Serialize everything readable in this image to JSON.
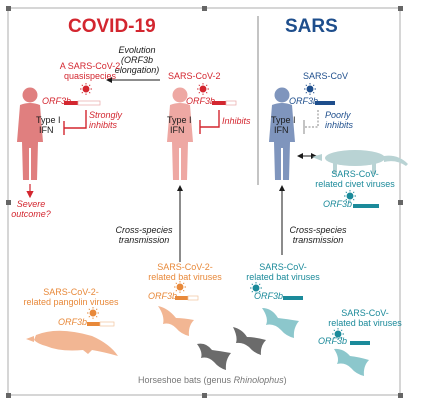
{
  "colors": {
    "covid": "#d3262f",
    "sars": "#1e4e8c",
    "teal": "#1b8a9a",
    "orange": "#e8893a",
    "gray": "#777777",
    "dark": "#1a1a1a",
    "bat_gray": "#6b6b6b",
    "bat_teal": "#8cc7cc",
    "bat_orange": "#f2b693",
    "human_red": "#e07f7f",
    "human_pink": "#eea8a3",
    "human_blue": "#7f95bd",
    "civet": "#b9d3d4"
  },
  "headers": {
    "covid": "COVID-19",
    "sars": "SARS"
  },
  "evolution": {
    "line1": "Evolution",
    "line2": "(ORF3b",
    "line3": "elongation)"
  },
  "human_left": {
    "virus_line1": "A SARS-CoV-2",
    "virus_line2": "quasispecies",
    "orf": "ORF3b",
    "type": "Type I",
    "ifn": "IFN",
    "effect_line1": "Strongly",
    "effect_line2": "inhibits",
    "outcome_line1": "Severe",
    "outcome_line2": "outcome?"
  },
  "human_middle": {
    "virus": "SARS-CoV-2",
    "orf": "ORF3b",
    "type": "Type I",
    "ifn": "IFN",
    "effect": "Inhibits"
  },
  "human_right": {
    "virus": "SARS-CoV",
    "orf": "ORF3b",
    "type": "Type I",
    "ifn": "IFN",
    "effect_line1": "Poorly",
    "effect_line2": "inhibits"
  },
  "civet": {
    "line1": "SARS-CoV-",
    "line2": "related civet viruses",
    "orf": "ORF3b"
  },
  "transmission_left": {
    "line1": "Cross-species",
    "line2": "transmission"
  },
  "transmission_right": {
    "line1": "Cross-species",
    "line2": "transmission"
  },
  "bat_covid": {
    "line1": "SARS-CoV-2-",
    "line2": "related bat viruses",
    "orf": "ORF3b"
  },
  "pangolin": {
    "line1": "SARS-CoV-2-",
    "line2": "related pangolin viruses",
    "orf": "ORF3b"
  },
  "bat_sars_top": {
    "line1": "SARS-CoV-",
    "line2": "related bat viruses",
    "orf": "ORF3b"
  },
  "bat_sars_bottom": {
    "line1": "SARS-CoV-",
    "line2": "related bat viruses",
    "orf": "ORF3b"
  },
  "footer": {
    "prefix": "Horseshoe bats (genus ",
    "genus": "Rhinolophus",
    "suffix": ")"
  }
}
